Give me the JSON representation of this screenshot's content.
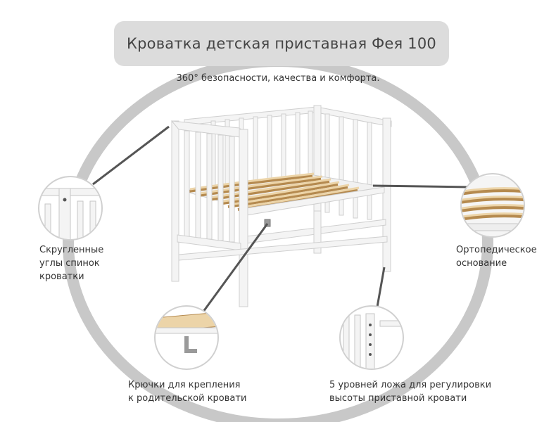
{
  "title": "Кроватка детская приставная Фея 100",
  "subtitle": "360° безопасности, качества и комфорта.",
  "features": {
    "rounded_corners": [
      "Скругленные",
      "углы спинок",
      "кроватки"
    ],
    "orthopedic_base": [
      "Ортопедическое",
      "основание"
    ],
    "hooks": [
      "Крючки для крепления",
      "к родительской кровати"
    ],
    "levels": [
      "5 уровней ложа для регулировки",
      "высоты приставной кровати"
    ]
  },
  "colors": {
    "ring": "#c8c8c8",
    "title_bg": "#dcdcdc",
    "wood": "#f3f3f3",
    "slat": "#e8cfa0",
    "pointer": "#555555"
  }
}
